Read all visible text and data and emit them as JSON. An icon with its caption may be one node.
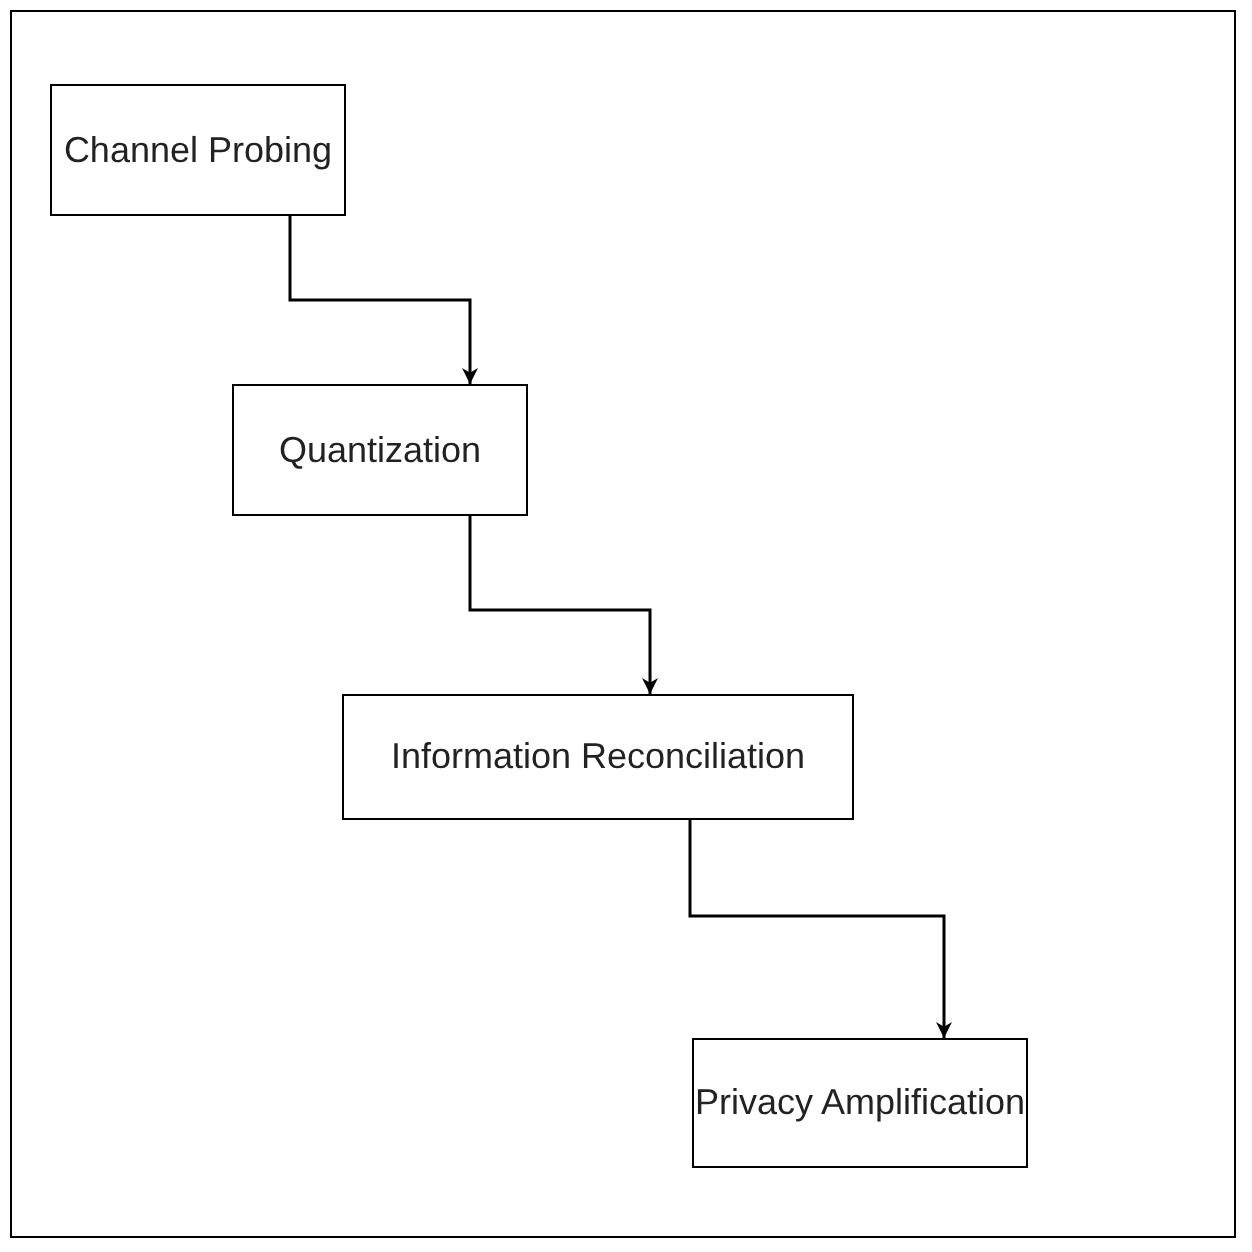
{
  "diagram": {
    "nodes": [
      {
        "text": [
          "Channel Probing"
        ]
      },
      {
        "text": [
          "Quantization"
        ]
      },
      {
        "text": [
          "Information Reconciliation"
        ]
      },
      {
        "text": [
          "Privacy Amplification"
        ]
      }
    ],
    "edges": [
      {
        "from": 0,
        "to": 1,
        "arrow": "to"
      },
      {
        "from": 1,
        "to": 2,
        "arrow": "to"
      },
      {
        "from": 2,
        "to": 3,
        "arrow": "to"
      }
    ]
  }
}
